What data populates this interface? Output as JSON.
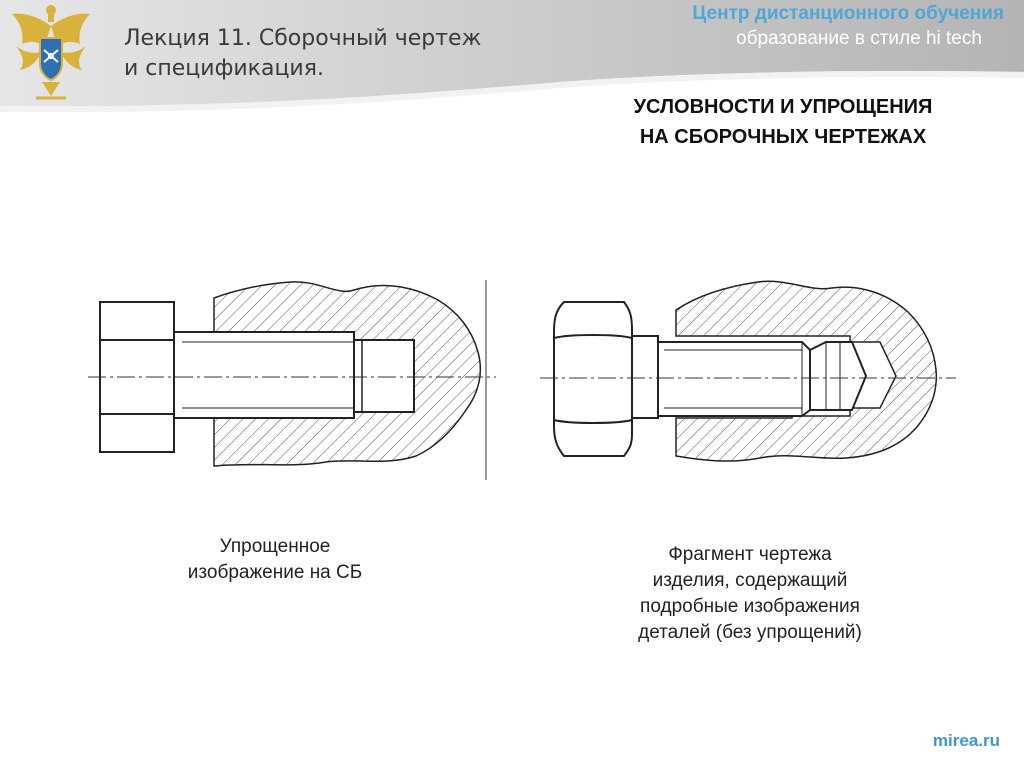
{
  "header": {
    "lecture_title_line1": "Лекция 11. Сборочный чертеж",
    "lecture_title_line2": "и спецификация.",
    "center_name": "Центр дистанционного обучения",
    "center_tagline": "образование в стиле hi tech"
  },
  "slide": {
    "heading_line1": "УСЛОВНОСТИ И УПРОЩЕНИЯ",
    "heading_line2": "НА СБОРОЧНЫХ ЧЕРТЕЖАХ"
  },
  "figures": {
    "left_caption_line1": "Упрощенное",
    "left_caption_line2": "изображение на СБ",
    "right_caption_line1": "Фрагмент чертежа",
    "right_caption_line2": "изделия, содержащий",
    "right_caption_line3": "подробные изображения",
    "right_caption_line4": "деталей (без упрощений)"
  },
  "footer": {
    "site": "mirea.ru"
  },
  "colors": {
    "header_gray": "#b9b9b9",
    "accent_blue": "#4fa6d8",
    "emblem_gold": "#d9b23c",
    "emblem_blue": "#2f6fb3"
  },
  "icons": {
    "emblem": "double-headed-eagle-emblem-icon"
  }
}
